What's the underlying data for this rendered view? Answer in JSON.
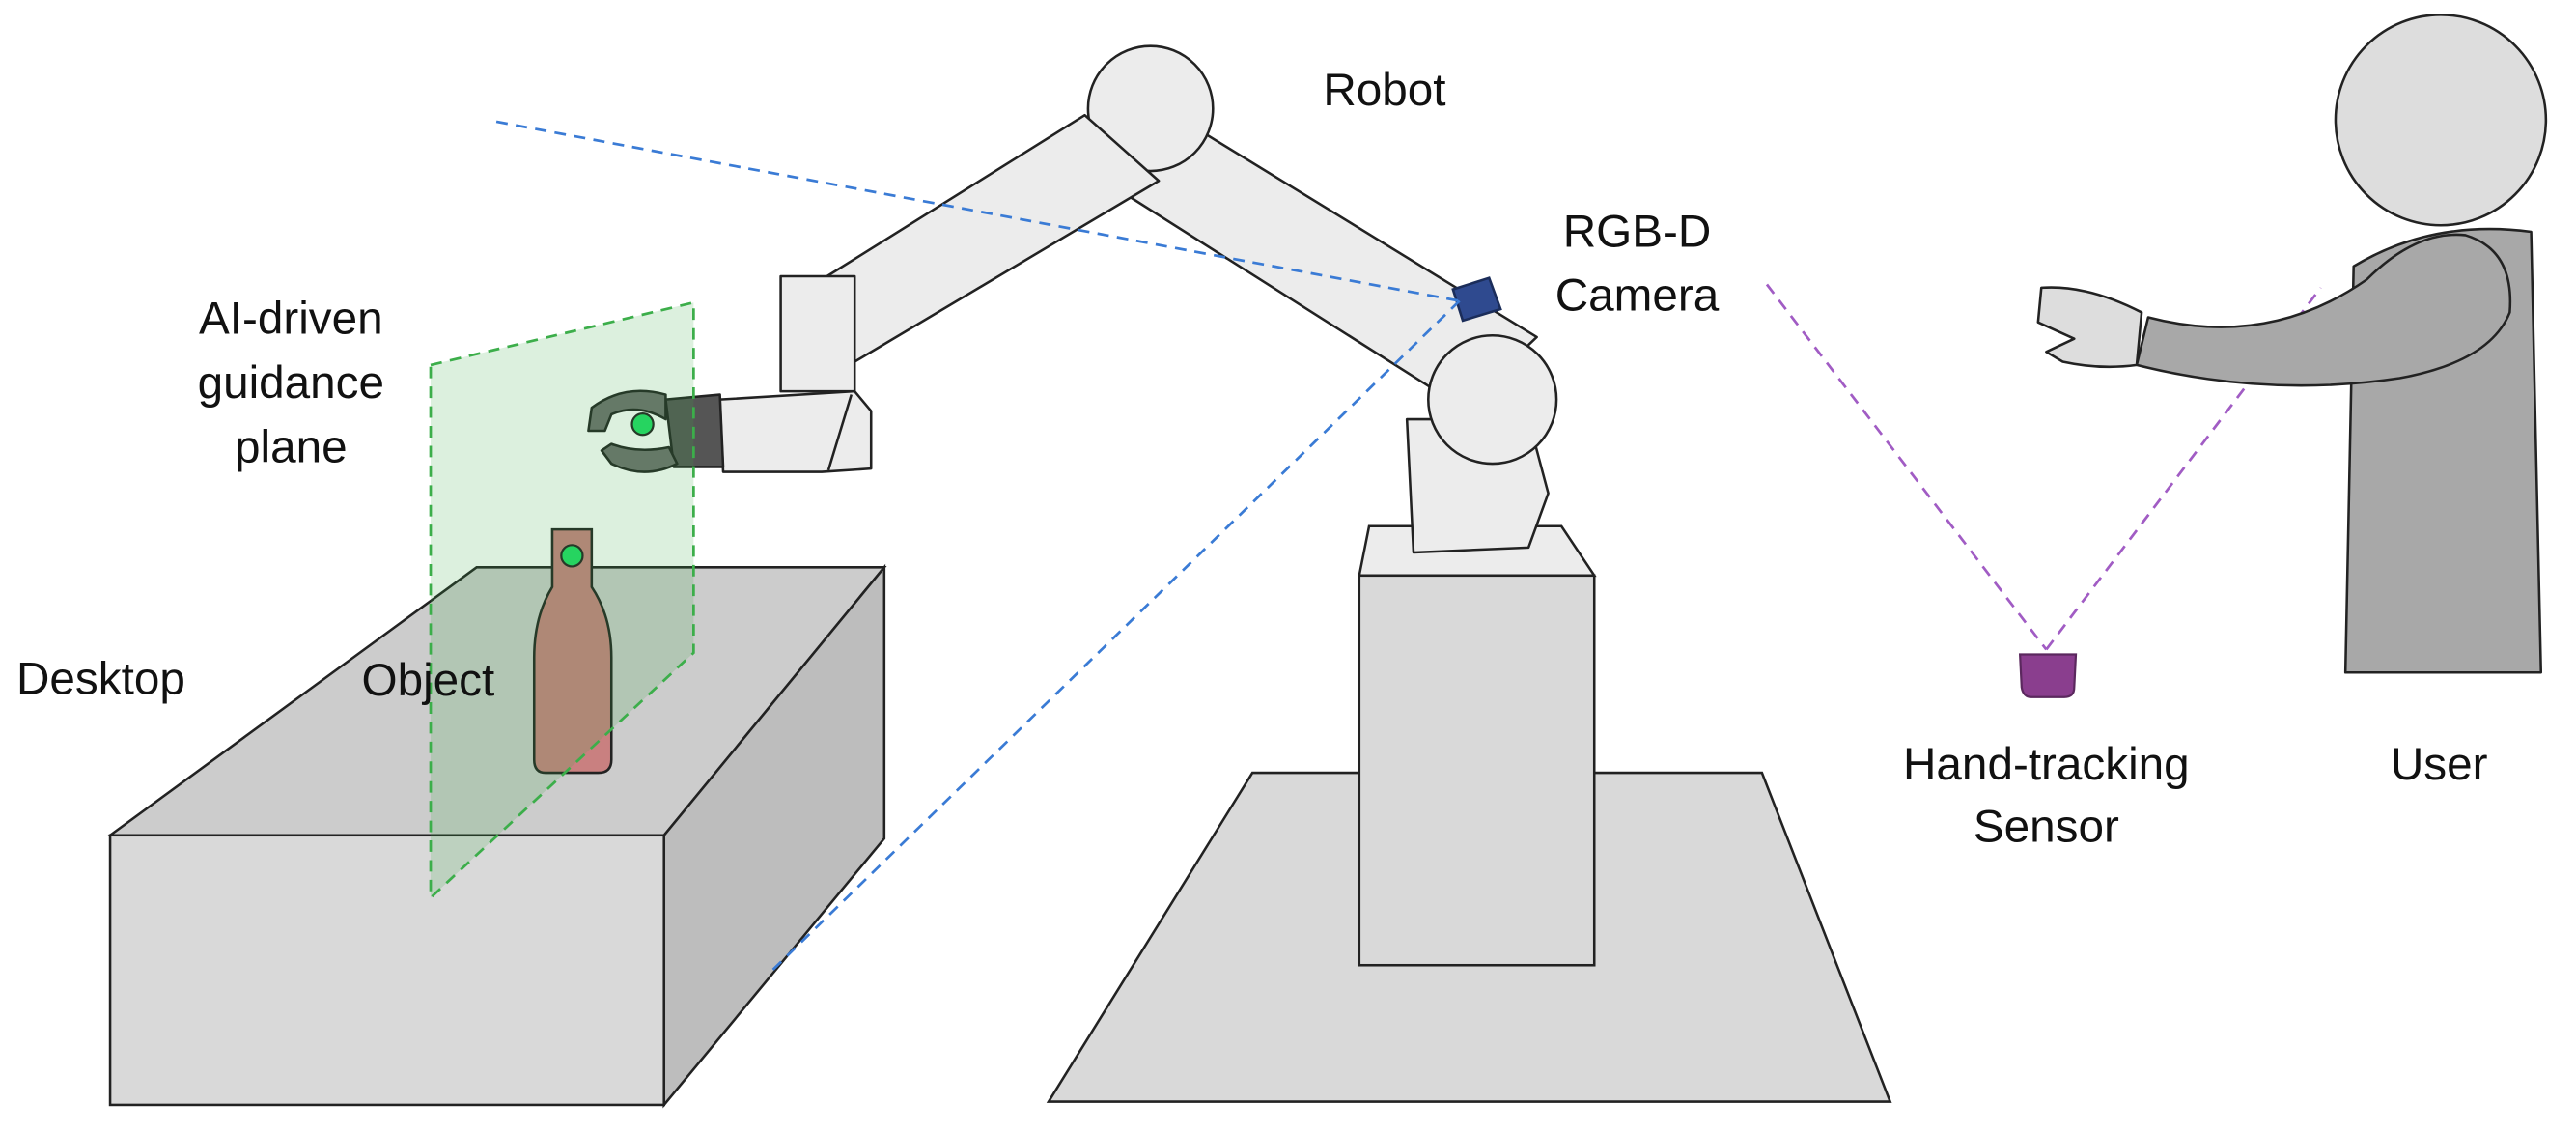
{
  "labels": {
    "robot": "Robot",
    "camera_line1": "RGB-D",
    "camera_line2": "Camera",
    "plane_line1": "AI-driven",
    "plane_line2": "guidance",
    "plane_line3": "plane",
    "desktop": "Desktop",
    "object": "Object",
    "sensor_line1": "Hand-tracking",
    "sensor_line2": "Sensor",
    "user": "User"
  },
  "colors": {
    "camera_rays": "#3a7bd5",
    "sensor_rays": "#a15cc4",
    "guidance_plane": "#3cae4a",
    "object": "#c98080",
    "target_marker": "#22dd66",
    "camera_body": "#2f4a8f",
    "sensor_body": "#8a3e8e",
    "robot": "#ececec",
    "furniture": "#d9d9d9",
    "user": "#a8a8a8"
  }
}
